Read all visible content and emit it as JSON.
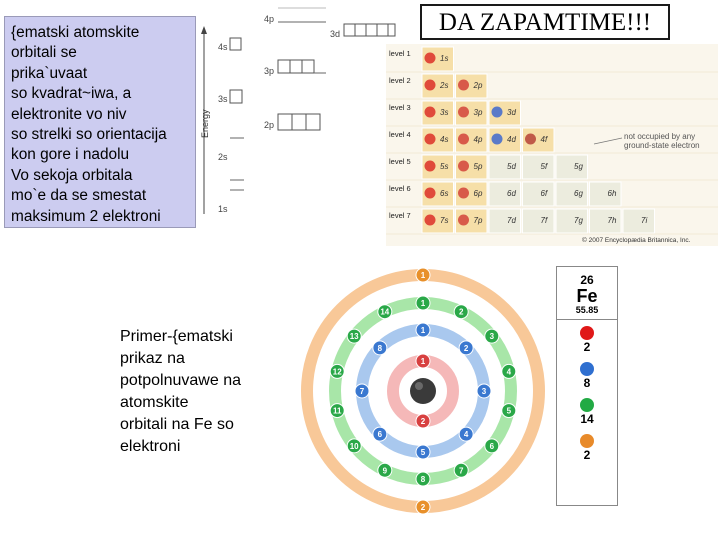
{
  "left_text": {
    "lines": [
      "{ematski atomskite",
      "orbitali se",
      "prika`uvaat",
      "so kvadrat~iwa, a",
      "elektronite vo niv",
      "so strelki so orientacija",
      "kon gore i nadolu",
      "Vo sekoja orbitala",
      "mo`e da se smestat",
      "maksimum 2 elektroni"
    ]
  },
  "title": "DA ZAPAMTIME!!!",
  "energy_diagram": {
    "axis_label": "Energy",
    "orbitals": [
      "4p",
      "3d",
      "4s",
      "3p",
      "3s",
      "2p",
      "2s",
      "1s"
    ]
  },
  "levels_chart": {
    "levels": [
      "level 1",
      "level 2",
      "level 3",
      "level 4",
      "level 5",
      "level 6",
      "level 7"
    ],
    "rows": [
      [
        "1s"
      ],
      [
        "2s",
        "2p"
      ],
      [
        "3s",
        "3p",
        "3d"
      ],
      [
        "4s",
        "4p",
        "4d",
        "4f"
      ],
      [
        "5s",
        "5p",
        "5d",
        "5f",
        "5g"
      ],
      [
        "6s",
        "6p",
        "6d",
        "6f",
        "6g",
        "6h"
      ],
      [
        "7s",
        "7p",
        "7d",
        "7f",
        "7g",
        "7h",
        "7i"
      ]
    ],
    "note": [
      "not occupied by any",
      "ground-state electron"
    ],
    "copyright": "© 2007 Encyclopædia Britannica, Inc."
  },
  "bottom_text": {
    "lines": [
      "Primer-{ematski",
      "prikaz na",
      "potpolnuvawe na",
      "atomskite",
      "orbitali na Fe so",
      "elektroni"
    ]
  },
  "fe_card": {
    "number": "26",
    "symbol": "Fe",
    "mass": "55.85",
    "shells": [
      {
        "count": "2",
        "color": "#e01818"
      },
      {
        "count": "8",
        "color": "#2f6fd0"
      },
      {
        "count": "14",
        "color": "#22aa44"
      },
      {
        "count": "2",
        "color": "#e88a2a"
      }
    ]
  },
  "atom": {
    "shell_colors": [
      "#f5b8b8",
      "#a9c8ee",
      "#a8e6a8",
      "#f8c898"
    ],
    "shell1": [
      "1",
      "2"
    ],
    "shell2": [
      "1",
      "2",
      "3",
      "4",
      "5",
      "6",
      "7",
      "8"
    ],
    "shell3": [
      "1",
      "2",
      "3",
      "4",
      "5",
      "6",
      "7",
      "8",
      "9",
      "10",
      "11",
      "12",
      "13",
      "14"
    ],
    "shell4": [
      "1",
      "2"
    ]
  }
}
